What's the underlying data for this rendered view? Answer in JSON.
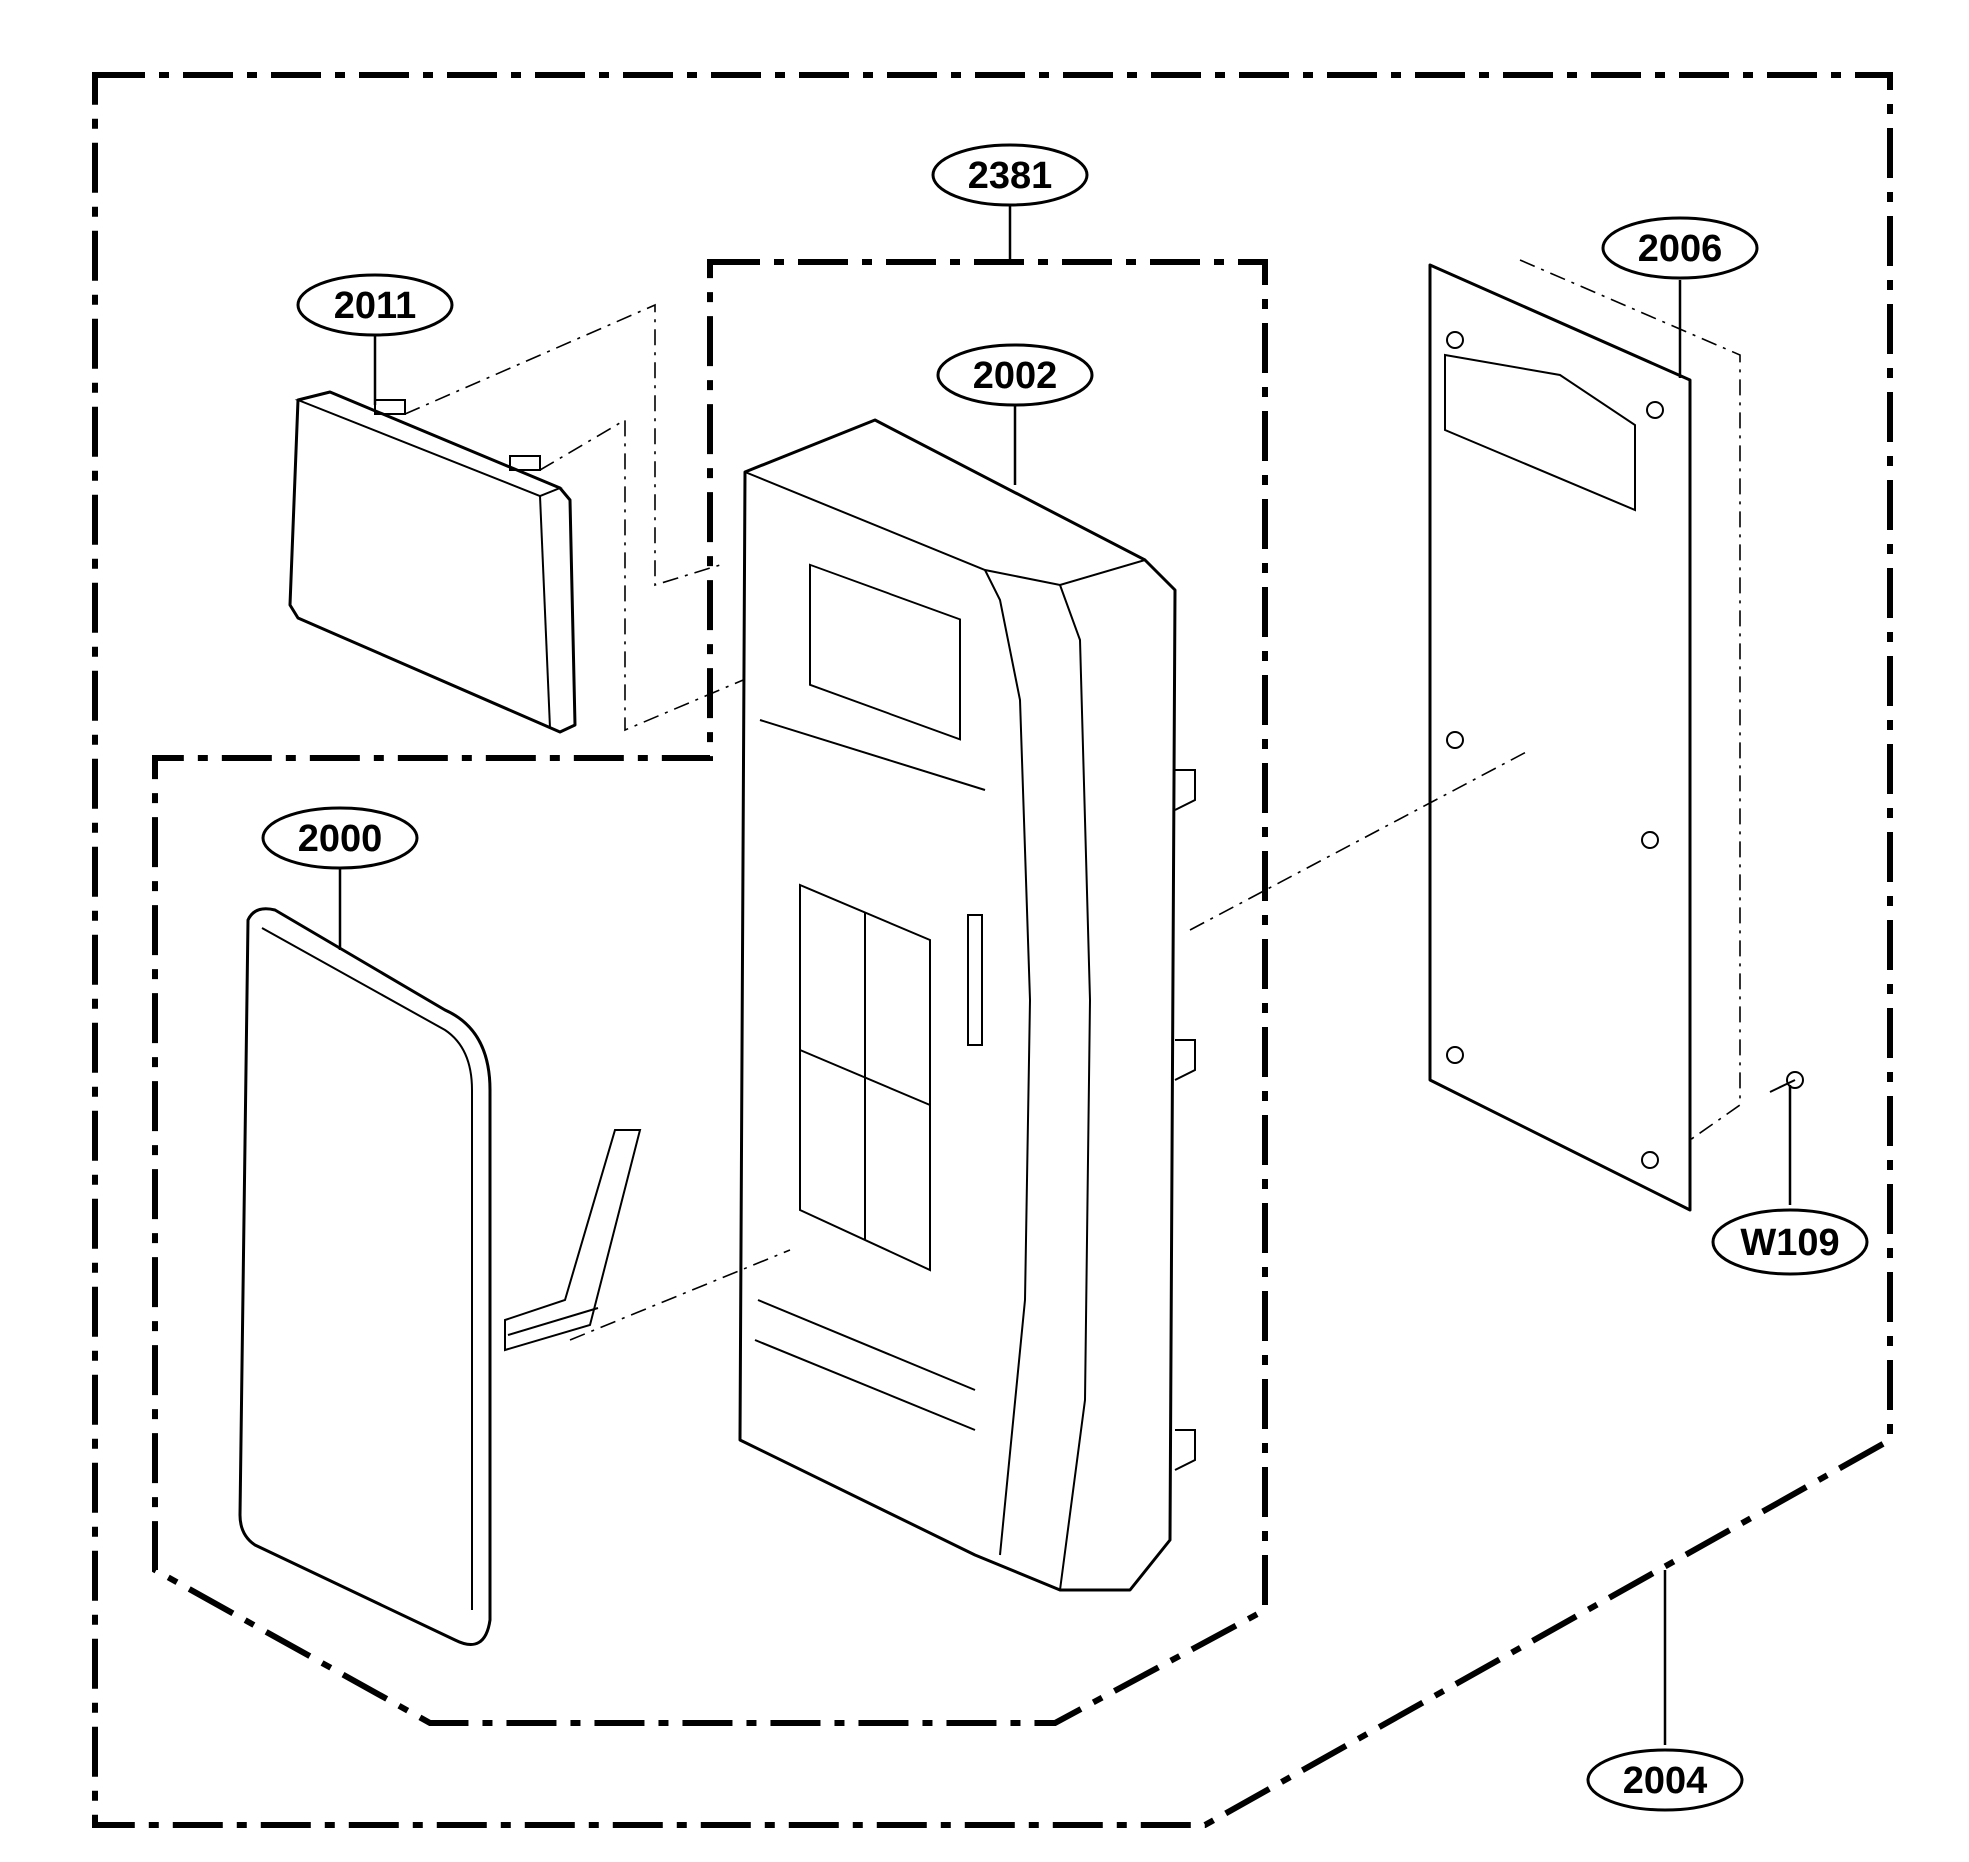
{
  "callouts": {
    "c2381": "2381",
    "c2011": "2011",
    "c2002": "2002",
    "c2006": "2006",
    "c2000": "2000",
    "cW109": "W109",
    "c2004": "2004"
  }
}
